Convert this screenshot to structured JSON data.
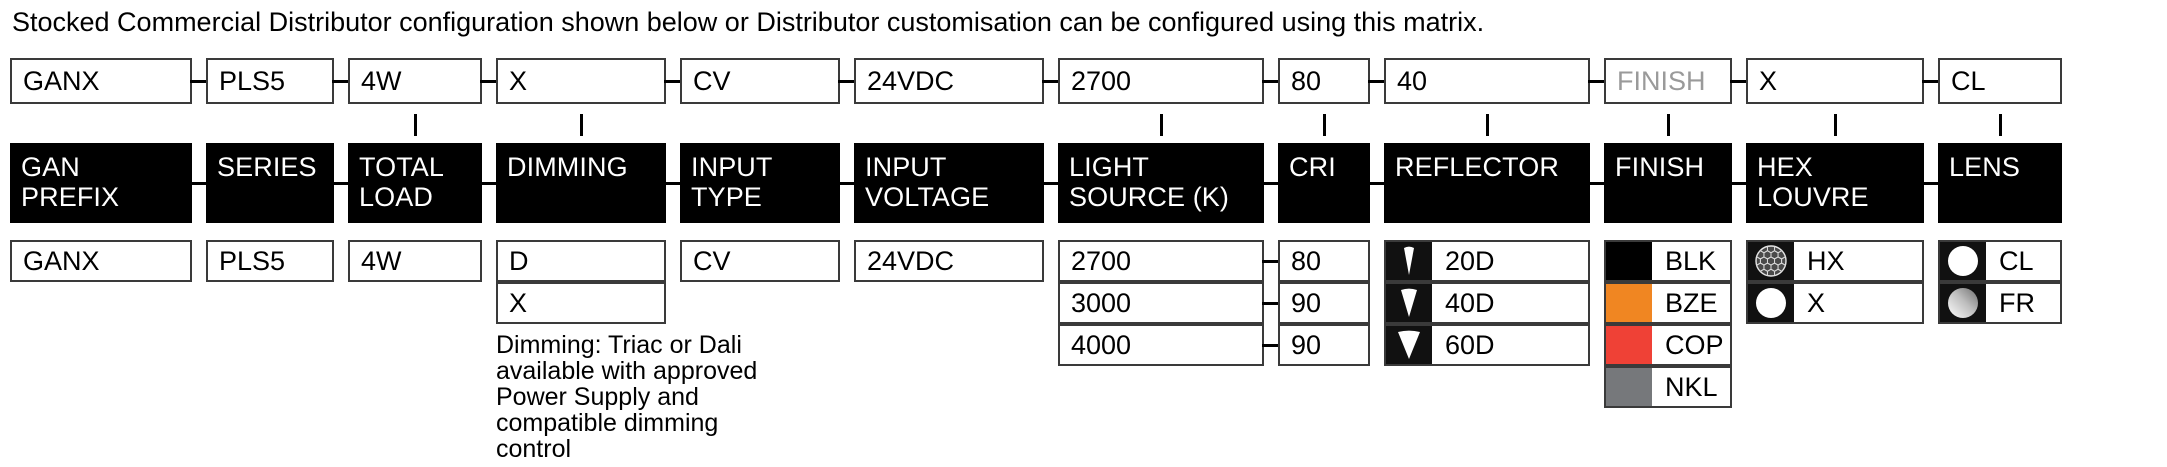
{
  "intro": "Stocked Commercial Distributor configuration shown below or Distributor customisation can be configured using this matrix.",
  "separator": "–",
  "columns": [
    {
      "key": "gan_prefix",
      "header": "GAN\nPREFIX",
      "header_line1": "GAN",
      "header_line2": "PREFIX",
      "selected": "GANX",
      "selected_muted": false,
      "connector": false,
      "options": [
        {
          "label": "GANX",
          "swatch": "none"
        }
      ]
    },
    {
      "key": "series",
      "header": "SERIES",
      "header_line1": "SERIES",
      "header_line2": "",
      "selected": "PLS5",
      "selected_muted": false,
      "connector": false,
      "options": [
        {
          "label": "PLS5",
          "swatch": "none"
        }
      ]
    },
    {
      "key": "total_load",
      "header": "TOTAL\nLOAD",
      "header_line1": "TOTAL",
      "header_line2": "LOAD",
      "selected": "4W",
      "selected_muted": false,
      "connector": true,
      "options": [
        {
          "label": "4W",
          "swatch": "none"
        }
      ]
    },
    {
      "key": "dimming",
      "header": "DIMMING",
      "header_line1": "DIMMING",
      "header_line2": "",
      "selected": "X",
      "selected_muted": false,
      "connector": true,
      "options": [
        {
          "label": "D",
          "swatch": "none"
        },
        {
          "label": "X",
          "swatch": "none"
        }
      ],
      "note": "Dimming: Triac or Dali\navailable with approved\nPower Supply and\ncompatible dimming control"
    },
    {
      "key": "input_type",
      "header": "INPUT\nTYPE",
      "header_line1": "INPUT",
      "header_line2": "TYPE",
      "selected": "CV",
      "selected_muted": false,
      "connector": false,
      "options": [
        {
          "label": "CV",
          "swatch": "none"
        }
      ]
    },
    {
      "key": "input_voltage",
      "header": "INPUT\nVOLTAGE",
      "header_line1": "INPUT",
      "header_line2": "VOLTAGE",
      "selected": "24VDC",
      "selected_muted": false,
      "connector": false,
      "options": [
        {
          "label": "24VDC",
          "swatch": "none"
        }
      ]
    },
    {
      "key": "light_source",
      "header": "LIGHT\nSOURCE (K)",
      "header_line1": "LIGHT",
      "header_line2": "SOURCE (K)",
      "selected": "2700",
      "selected_muted": false,
      "connector": true,
      "options": [
        {
          "label": "2700",
          "swatch": "none"
        },
        {
          "label": "3000",
          "swatch": "none"
        },
        {
          "label": "4000",
          "swatch": "none"
        }
      ]
    },
    {
      "key": "cri",
      "header": "CRI",
      "header_line1": "CRI",
      "header_line2": "",
      "selected": "80",
      "selected_muted": false,
      "connector": true,
      "options": [
        {
          "label": "80",
          "swatch": "none"
        },
        {
          "label": "90",
          "swatch": "none"
        },
        {
          "label": "90",
          "swatch": "none"
        }
      ]
    },
    {
      "key": "reflector",
      "header": "REFLECTOR",
      "header_line1": "REFLECTOR",
      "header_line2": "",
      "selected": "40",
      "selected_muted": false,
      "connector": true,
      "options": [
        {
          "label": "20D",
          "swatch": "beam-20-icon"
        },
        {
          "label": "40D",
          "swatch": "beam-40-icon"
        },
        {
          "label": "60D",
          "swatch": "beam-60-icon"
        }
      ]
    },
    {
      "key": "finish",
      "header": "FINISH",
      "header_line1": "FINISH",
      "header_line2": "",
      "selected": "FINISH",
      "selected_muted": true,
      "connector": true,
      "options": [
        {
          "label": "BLK",
          "swatch": "color",
          "color": "#000000"
        },
        {
          "label": "BZE",
          "swatch": "color",
          "color": "#f08622"
        },
        {
          "label": "COP",
          "swatch": "color",
          "color": "#ef4136"
        },
        {
          "label": "NKL",
          "swatch": "color",
          "color": "#76787b"
        }
      ]
    },
    {
      "key": "hex_louvre",
      "header": "HEX\nLOUVRE",
      "header_line1": "HEX",
      "header_line2": "LOUVRE",
      "selected": "X",
      "selected_muted": false,
      "connector": true,
      "options": [
        {
          "label": "HX",
          "swatch": "honeycomb-icon"
        },
        {
          "label": "X",
          "swatch": "open-circle-icon"
        }
      ]
    },
    {
      "key": "lens",
      "header": "LENS",
      "header_line1": "LENS",
      "header_line2": "",
      "selected": "CL",
      "selected_muted": false,
      "connector": true,
      "options": [
        {
          "label": "CL",
          "swatch": "clear-lens-icon"
        },
        {
          "label": "FR",
          "swatch": "frosted-lens-icon"
        }
      ]
    }
  ],
  "colors": {
    "black": "#000000",
    "bze_orange": "#f08622",
    "cop_red": "#ef4136",
    "nkl_grey": "#76787b",
    "box_border": "#3a3a3a",
    "muted_text": "#9a9a9a"
  }
}
